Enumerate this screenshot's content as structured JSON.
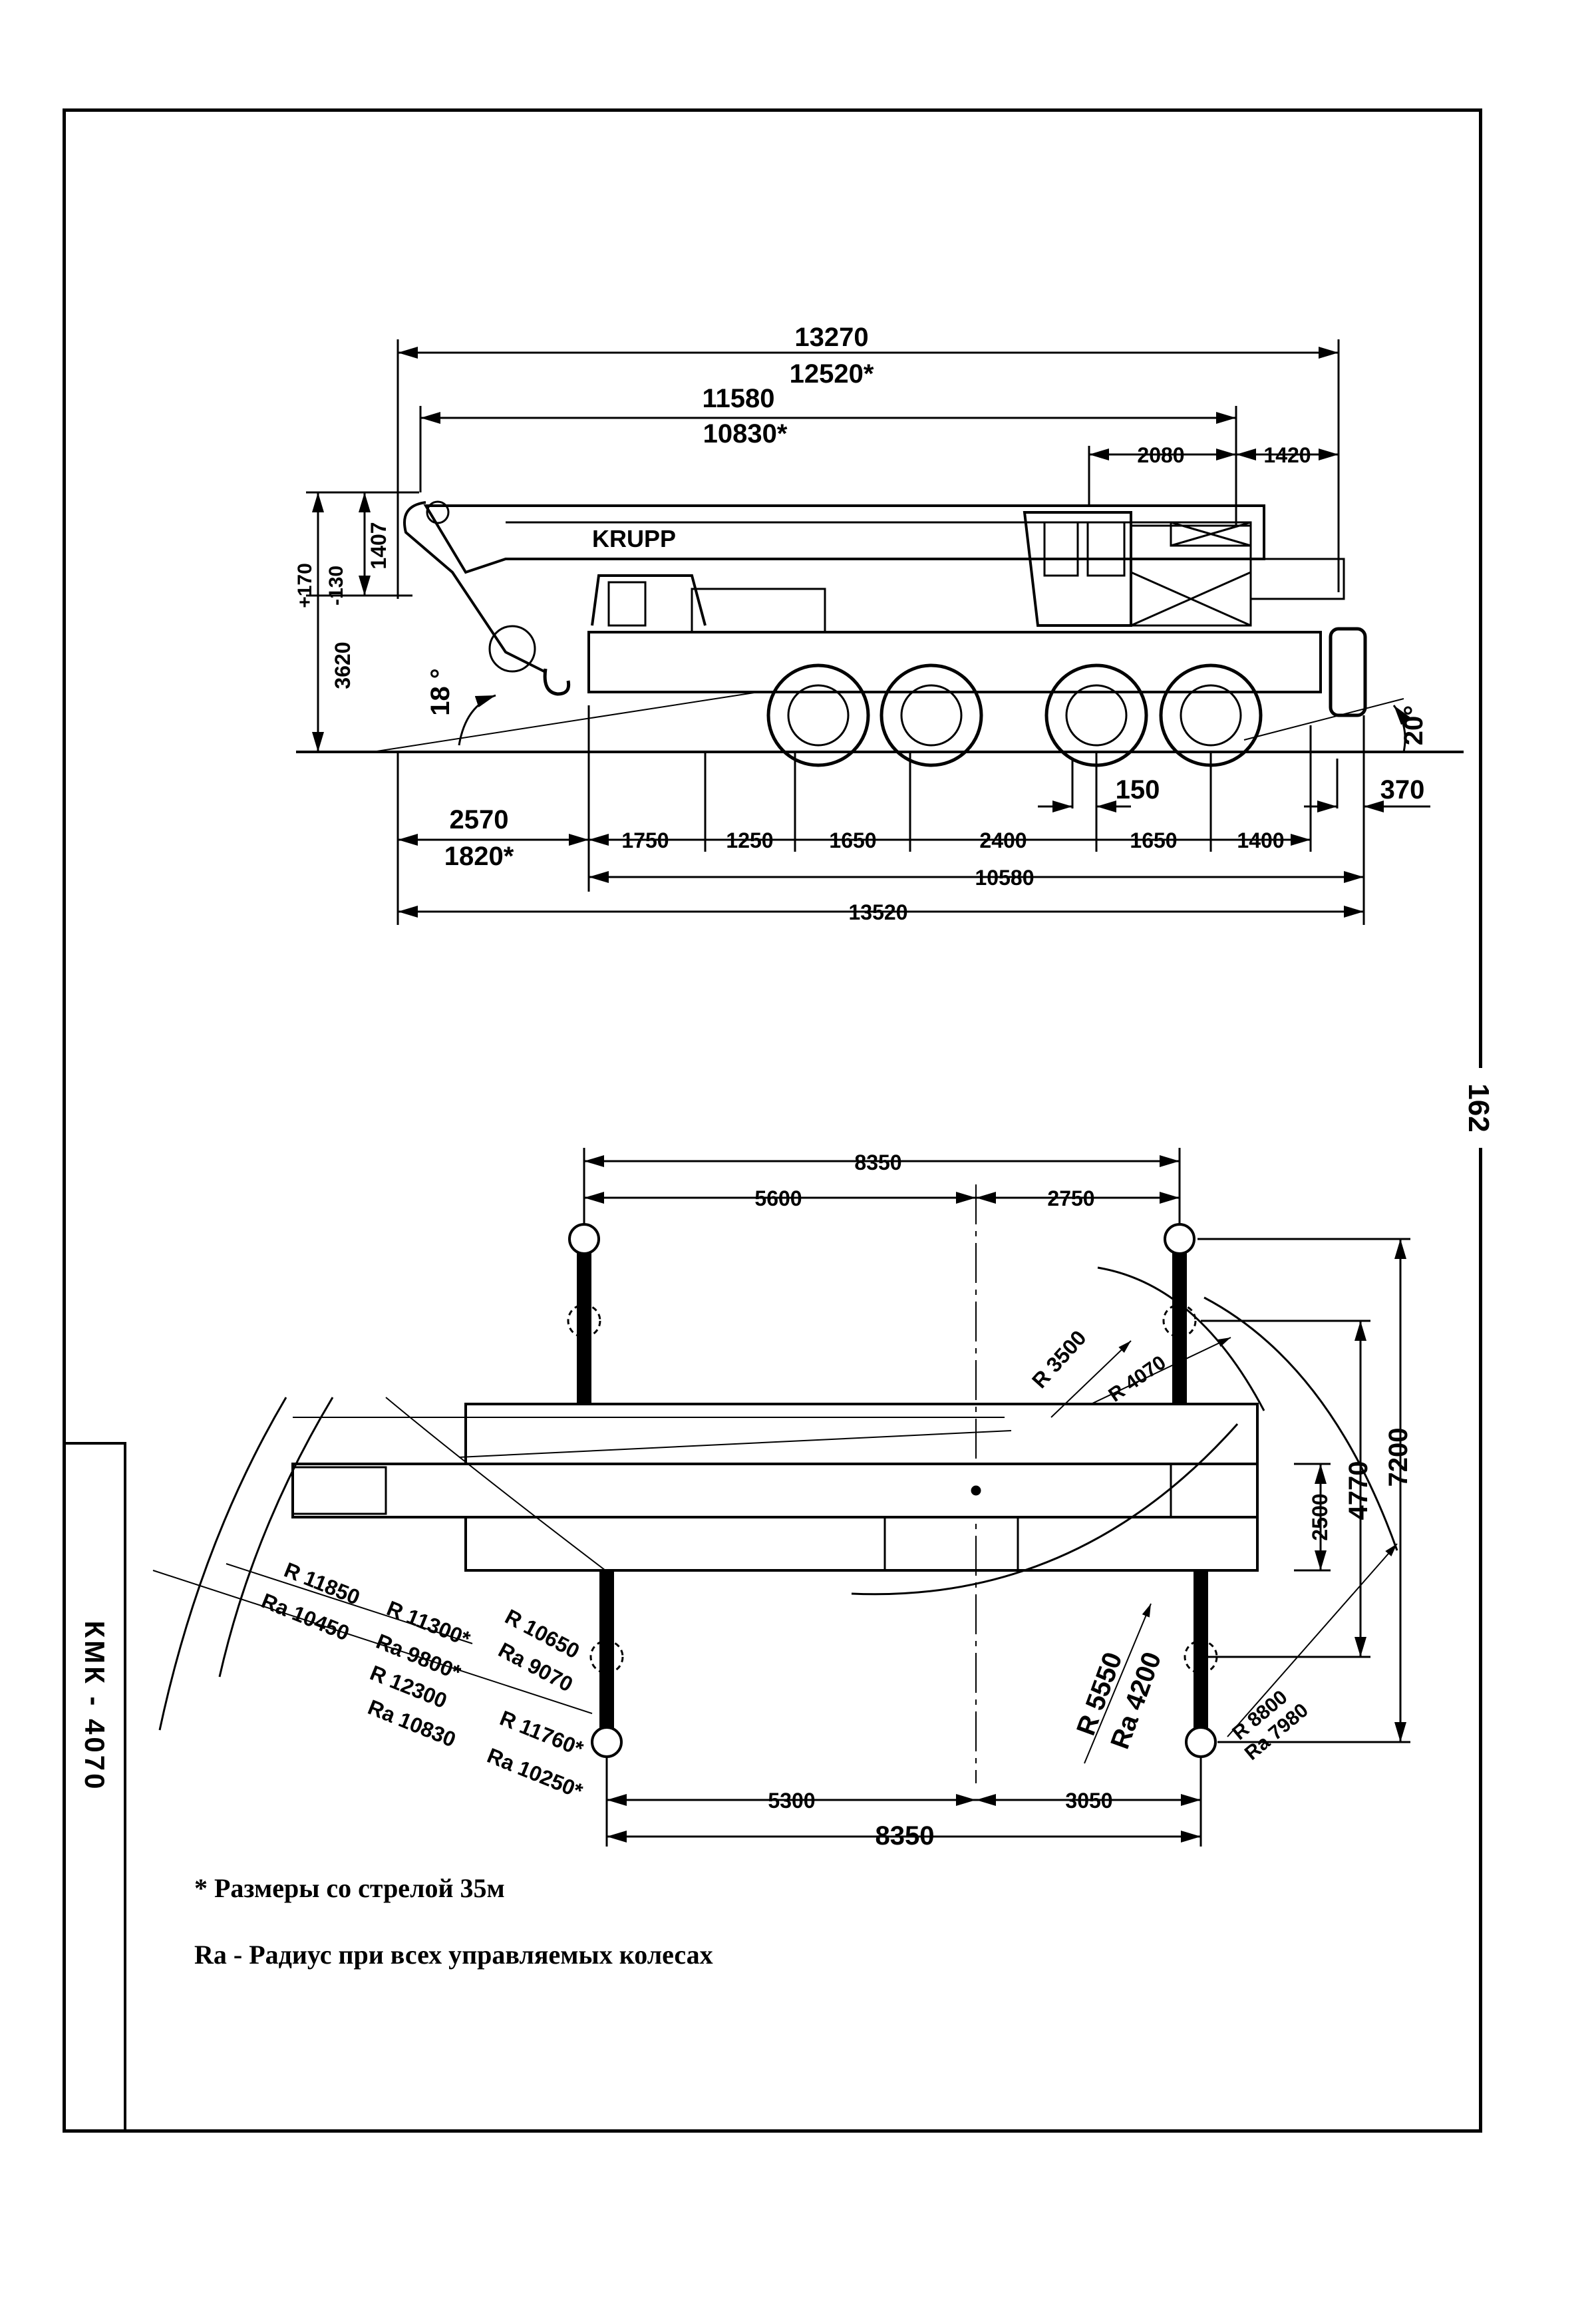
{
  "page_number": "162",
  "side_label": "КМК - 4070",
  "side_view": {
    "brand": "KRUPP",
    "overall_length": "13270",
    "overall_length_alt": "12520*",
    "boom_length": "11580",
    "boom_length_alt": "10830*",
    "dim_2080": "2080",
    "dim_1420": "1420",
    "height_total": "3620",
    "height_tolerance_plus": "+170",
    "height_tolerance_minus": "-130",
    "height_upper": "1407",
    "front_angle": "18 °",
    "rear_angle": "20°",
    "front_overhang": "2570",
    "front_overhang_alt": "1820*",
    "dim_150": "150",
    "dim_370": "370",
    "axle_spacings": [
      "1750",
      "1250",
      "1650",
      "2400",
      "1650",
      "1400"
    ],
    "wheelbase_total": "10580",
    "total_length_bottom": "13520"
  },
  "plan_view": {
    "outrigger_span_top": "8350",
    "dim_5600": "5600",
    "dim_2750": "2750",
    "dim_5300": "5300",
    "dim_3050": "3050",
    "outrigger_span_bottom": "8350",
    "width_2500": "2500",
    "width_4770": "4770",
    "width_7200": "7200",
    "r_3500": "R 3500",
    "r_4070": "R 4070",
    "r_5550": "R 5550",
    "ra_4200": "Ra 4200",
    "r_8800": "R 8800",
    "ra_7980": "Ra 7980",
    "r_10650": "R 10650",
    "ra_9070": "Ra 9070",
    "r_11850": "R 11850",
    "r_11300": "R 11300*",
    "ra_10450": "Ra 10450",
    "ra_9800": "Ra 9800*",
    "r_12300": "R 12300",
    "r_11760": "R 11760*",
    "ra_10830": "Ra 10830",
    "ra_10250": "Ra 10250*"
  },
  "notes": {
    "boom_note": "* Размеры со стрелой 35м",
    "ra_note": "Ra - Радиус при всех управляемых колесах"
  }
}
